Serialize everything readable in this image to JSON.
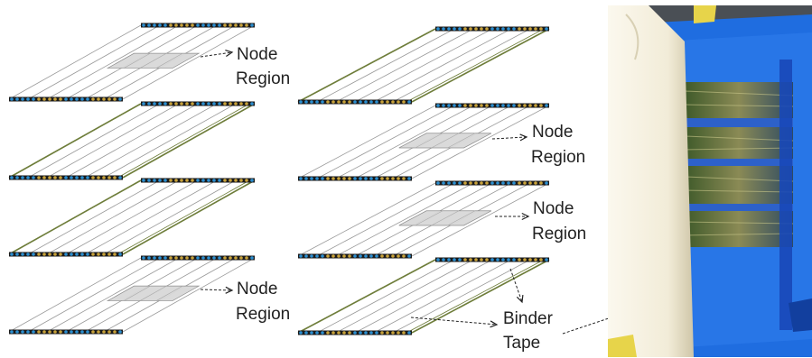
{
  "labels": {
    "node_word": "Node",
    "region_word": "Region",
    "binder_word": "Binder",
    "tape_word": "Tape"
  },
  "colors": {
    "fiber_line": "#9a9a9a",
    "ply_edge": "#6e7d3a",
    "node_fill": "#d9d9d9",
    "tow_blue": "#2b8fd1",
    "tow_yellow": "#c8a23a",
    "tow_black": "#1a1a1a",
    "photo_blue": "#1f6de0",
    "photo_tape": "#f7f2e2",
    "photo_fiber": "#6c6e3a"
  },
  "photo": {
    "description_icon": "photo-of-layup-with-binder-tape"
  }
}
